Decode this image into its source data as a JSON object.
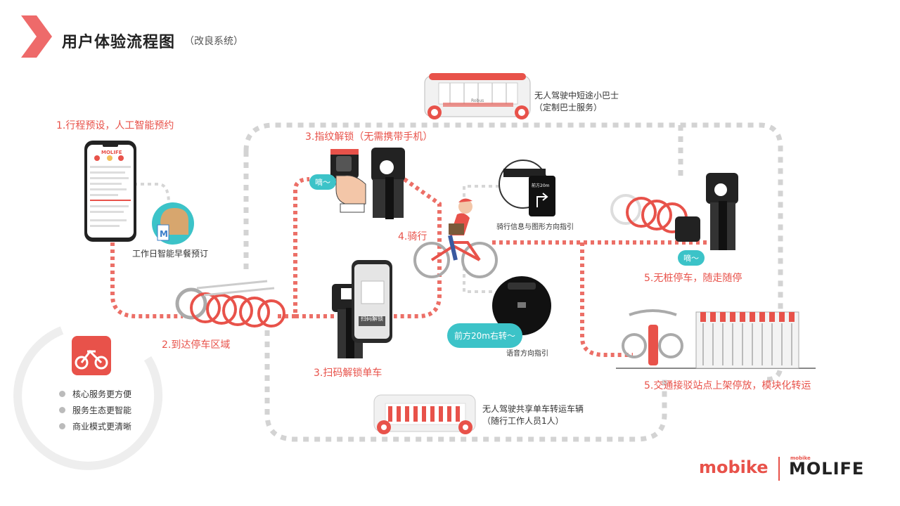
{
  "header": {
    "title": "用户体验流程图",
    "subtitle": "（改良系统）"
  },
  "steps": {
    "s1": "1.行程预设，人工智能预约",
    "s2": "2.到达停车区域",
    "s3a": "3.指纹解锁（无需携带手机）",
    "s3b": "3.扫码解锁单车",
    "s4": "4.骑行",
    "s5a": "5.无桩停车，随走随停",
    "s5b": "5.交通接驳站点上架停放，模块化转运"
  },
  "notes": {
    "breakfast": "工作日智能早餐预订",
    "bus_line1": "无人驾驶中短途小巴士",
    "bus_line2": "（定制巴士服务）",
    "van_line1": "无人驾驶共享单车转运车辆",
    "van_line2": "（随行工作人员1人）",
    "ride_info": "骑行信息与图形方向指引",
    "voice_guide": "语音方向指引",
    "scan_label": "扫码解锁",
    "bus_brand": "Robus"
  },
  "bubbles": {
    "di1": "嘀～",
    "di2": "嘀～",
    "voice": "前方20m右转～"
  },
  "features": [
    "核心服务更方便",
    "服务生态更智能",
    "商业模式更清晰"
  ],
  "brands": {
    "mobike": "mobike",
    "molife": "MOLIFE",
    "molife_small": "mobike"
  },
  "phone": {
    "logo": "MOLIFE"
  },
  "colors": {
    "accent": "#e8524a",
    "teal": "#3cc3c8",
    "dash": "#d0d0d0"
  }
}
